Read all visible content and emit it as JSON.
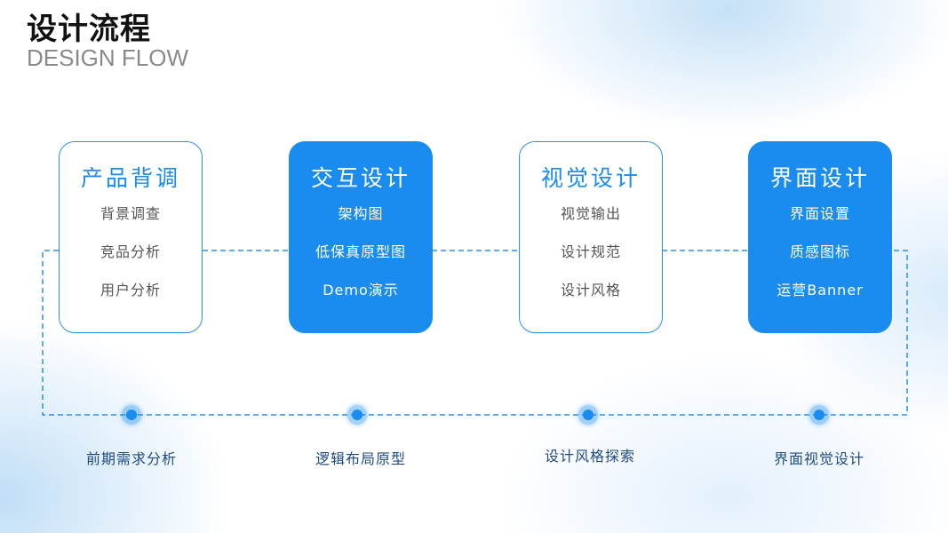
{
  "header": {
    "title": "设计流程",
    "subtitle": "DESIGN FLOW"
  },
  "colors": {
    "accent": "#1a8cf0",
    "label": "#1f4a84"
  },
  "cards": [
    {
      "title": "产品背调",
      "items": [
        "背景调查",
        "竞品分析",
        "用户分析"
      ],
      "style": "outline"
    },
    {
      "title": "交互设计",
      "items": [
        "架构图",
        "低保真原型图",
        "Demo演示"
      ],
      "style": "filled"
    },
    {
      "title": "视觉设计",
      "items": [
        "视觉输出",
        "设计规范",
        "设计风格"
      ],
      "style": "outline"
    },
    {
      "title": "界面设计",
      "items": [
        "界面设置",
        "质感图标",
        "运营Banner"
      ],
      "style": "filled"
    }
  ],
  "timeline": [
    "前期需求分析",
    "逻辑布局原型",
    "设计风格探索",
    "界面视觉设计"
  ]
}
